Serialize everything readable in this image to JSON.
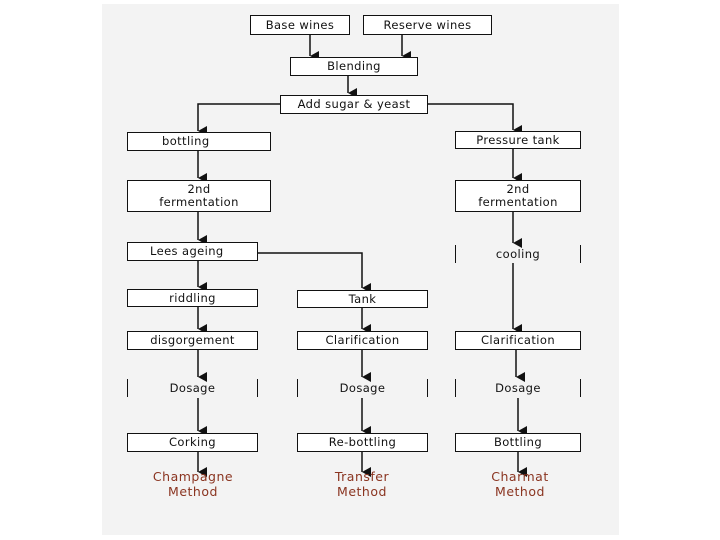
{
  "diagram": {
    "nodes": {
      "base_wines": "Base wines",
      "reserve_wines": "Reserve wines",
      "blending": "Blending",
      "add_sugar_yeast": "Add sugar & yeast",
      "bottling": "bottling",
      "pressure_tank": "Pressure tank",
      "second_fermentation_left": "2nd\nfermentation",
      "second_fermentation_right": "2nd\nfermentation",
      "lees_ageing": "Lees ageing",
      "cooling": "cooling",
      "riddling": "riddling",
      "tank": "Tank",
      "disgorgement": "disgorgement",
      "clarification_mid": "Clarification",
      "clarification_right": "Clarification",
      "dosage_left": "Dosage",
      "dosage_mid": "Dosage",
      "dosage_right": "Dosage",
      "corking": "Corking",
      "re_bottling": "Re-bottling",
      "bottling_right": "Bottling"
    },
    "methods": {
      "champagne": "Champagne\nMethod",
      "transfer": "Transfer\nMethod",
      "charmat": "Charmat\nMethod"
    },
    "colors": {
      "method_text": "#8a3420",
      "lines": "#111111",
      "panel": "#f3f3f3"
    }
  }
}
